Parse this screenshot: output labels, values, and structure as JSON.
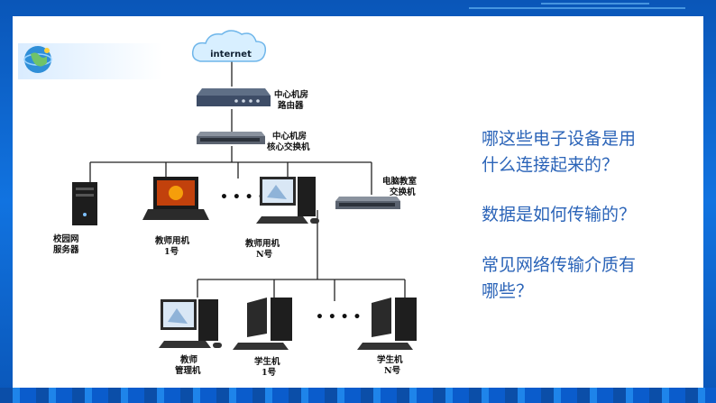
{
  "diagram": {
    "internet_label": "internet",
    "router_label_1": "中心机房",
    "router_label_2": "路由器",
    "core_switch_label_1": "中心机房",
    "core_switch_label_2": "核心交换机",
    "server_label_1": "校园网",
    "server_label_2": "服务器",
    "teacher1_label_1": "教师用机",
    "teacher1_label_2": "1号",
    "teacherN_label_1": "教师用机",
    "teacherN_label_2": "N号",
    "lab_switch_label_1": "电脑教室",
    "lab_switch_label_2": "交换机",
    "admin_label_1": "教师",
    "admin_label_2": "管理机",
    "student1_label_1": "学生机",
    "student1_label_2": "1号",
    "studentN_label_1": "学生机",
    "studentN_label_2": "N号",
    "ellipsis": "• • • •",
    "ellipsis2": "• • • •"
  },
  "questions": {
    "q1_line1": "哪这些电子设备是用",
    "q1_line2": "什么连接起来的？",
    "q2": "数据是如何传输的？",
    "q3_line1": "常见网络传输介质有",
    "q3_line2": "哪些？"
  },
  "colors": {
    "frame": "#0d5fc4",
    "question_text": "#2b64b8"
  }
}
